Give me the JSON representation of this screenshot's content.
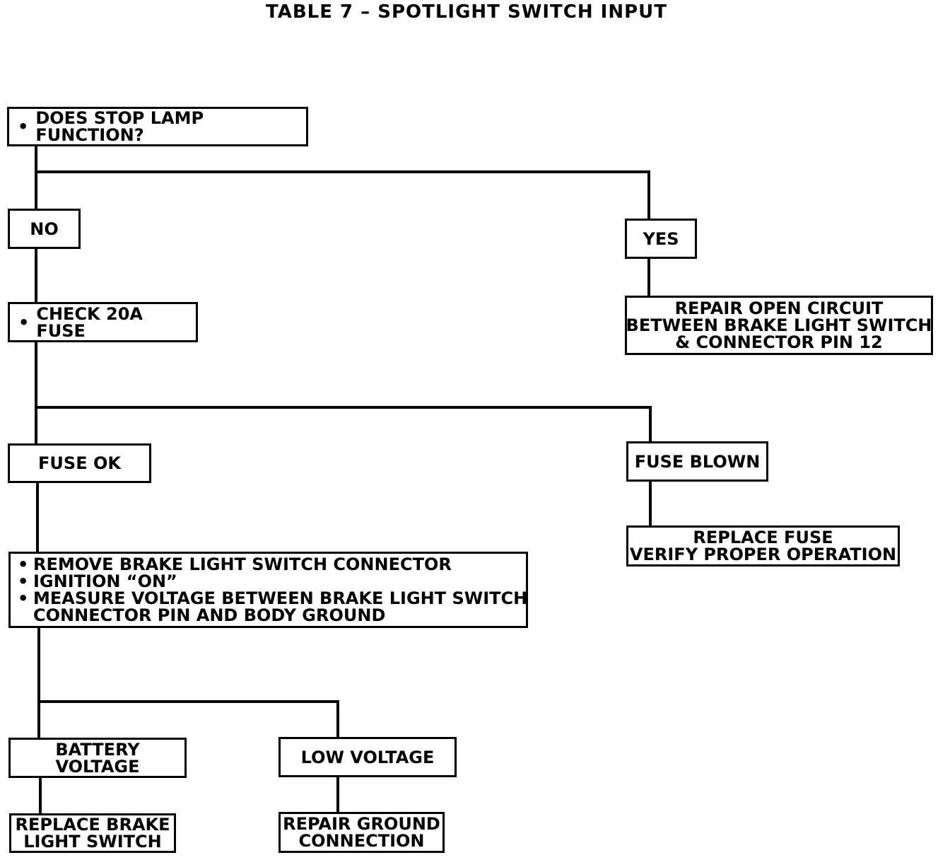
{
  "title": "TABLE 7 – SPOTLIGHT SWITCH INPUT",
  "nodes": {
    "stop_lamp": {
      "bullet": "•",
      "text": "DOES STOP LAMP FUNCTION?"
    },
    "no": {
      "text": "NO"
    },
    "yes": {
      "text": "YES"
    },
    "repair_open": {
      "lines": [
        "REPAIR OPEN CIRCUIT",
        "BETWEEN BRAKE LIGHT SWITCH",
        "& CONNECTOR PIN 12"
      ]
    },
    "check_fuse": {
      "bullet": "•",
      "text": "CHECK 20A FUSE"
    },
    "fuse_ok": {
      "text": "FUSE OK"
    },
    "fuse_blown": {
      "text": "FUSE BLOWN"
    },
    "replace_fuse": {
      "lines": [
        "REPLACE FUSE",
        "VERIFY PROPER OPERATION"
      ]
    },
    "measure": {
      "bullet": "•",
      "items": [
        "REMOVE BRAKE LIGHT SWITCH CONNECTOR",
        "IGNITION “ON”",
        "MEASURE VOLTAGE BETWEEN BRAKE LIGHT SWITCH"
      ],
      "continuation": "CONNECTOR PIN AND BODY GROUND"
    },
    "battery_voltage": {
      "text": "BATTERY VOLTAGE"
    },
    "low_voltage": {
      "text": "LOW VOLTAGE"
    },
    "replace_switch": {
      "lines": [
        "REPLACE BRAKE",
        "LIGHT SWITCH"
      ]
    },
    "repair_ground": {
      "lines": [
        "REPAIR GROUND",
        "CONNECTION"
      ]
    }
  }
}
